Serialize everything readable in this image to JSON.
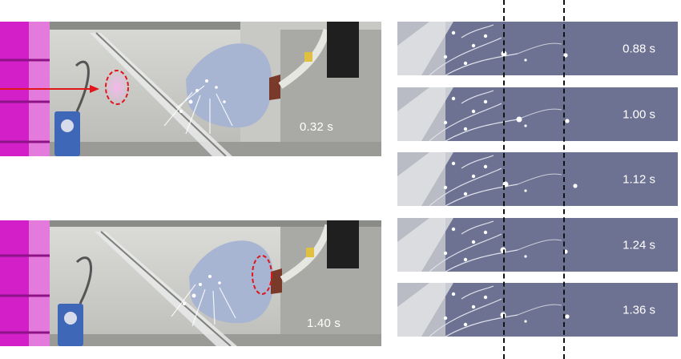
{
  "left_frames": [
    {
      "time_label": "0.32 s"
    },
    {
      "time_label": "1.40 s"
    }
  ],
  "strip_frames": [
    {
      "time_label": "0.88 s"
    },
    {
      "time_label": "1.00 s"
    },
    {
      "time_label": "1.12 s"
    },
    {
      "time_label": "1.24 s"
    },
    {
      "time_label": "1.36 s"
    }
  ],
  "colors": {
    "reference_line": "#111111",
    "marker_ellipse": "#e0161b",
    "arrow": "#e0161b",
    "magenta_tank": "#d21fc7",
    "strip_background": "#6d7292"
  }
}
